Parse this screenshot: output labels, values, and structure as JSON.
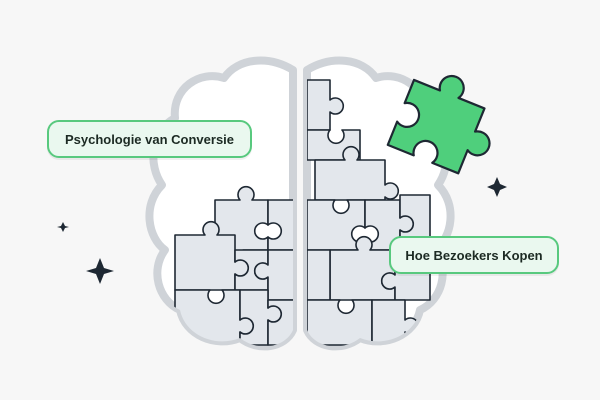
{
  "labels": {
    "left": "Psychologie van Conversie",
    "right": "Hoe Bezoekers Kopen"
  },
  "colors": {
    "background": "#f7f7f7",
    "brain_outline": "#cfd3d8",
    "brain_fill": "#ffffff",
    "puzzle_fill": "#e3e7ec",
    "puzzle_stroke": "#1e2833",
    "accent_green": "#4fcf7c",
    "pill_fill": "#eaf8ef",
    "pill_border": "#58c97e"
  },
  "icons": [
    "brain-outline",
    "puzzle-piece-icon",
    "sparkle-icon"
  ]
}
